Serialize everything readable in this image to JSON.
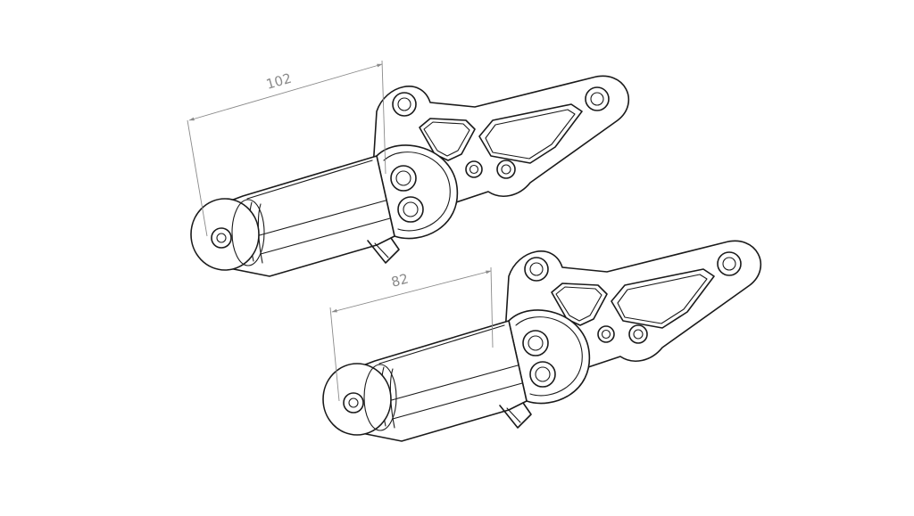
{
  "drawing": {
    "parts": [
      {
        "id": "footpeg-upper",
        "dimension": "102"
      },
      {
        "id": "footpeg-lower",
        "dimension": "82"
      }
    ]
  },
  "colors": {
    "line": "#1a1a1a",
    "dimension": "#8a8a8a",
    "background": "#ffffff"
  }
}
